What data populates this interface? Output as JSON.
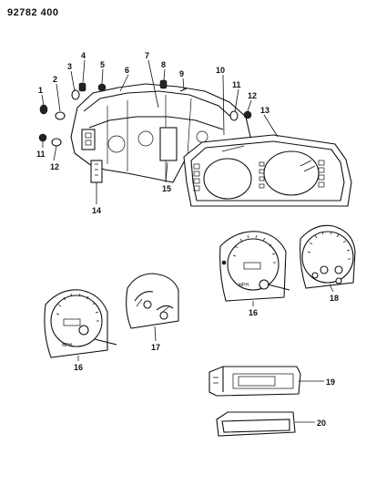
{
  "document_id": "92782 400",
  "callouts": {
    "c1": "1",
    "c2": "2",
    "c3": "3",
    "c4": "4",
    "c5": "5",
    "c6": "6",
    "c7": "7",
    "c8": "8",
    "c9": "9",
    "c10": "10",
    "c11a": "11",
    "c11b": "11",
    "c12a": "12",
    "c12b": "12",
    "c13": "13",
    "c14": "14",
    "c15": "15",
    "c16a": "16",
    "c16b": "16",
    "c17": "17",
    "c18": "18",
    "c19": "19",
    "c20": "20"
  },
  "gauge_labels": {
    "mph_left": "MPH",
    "mph_right": "MPH"
  }
}
